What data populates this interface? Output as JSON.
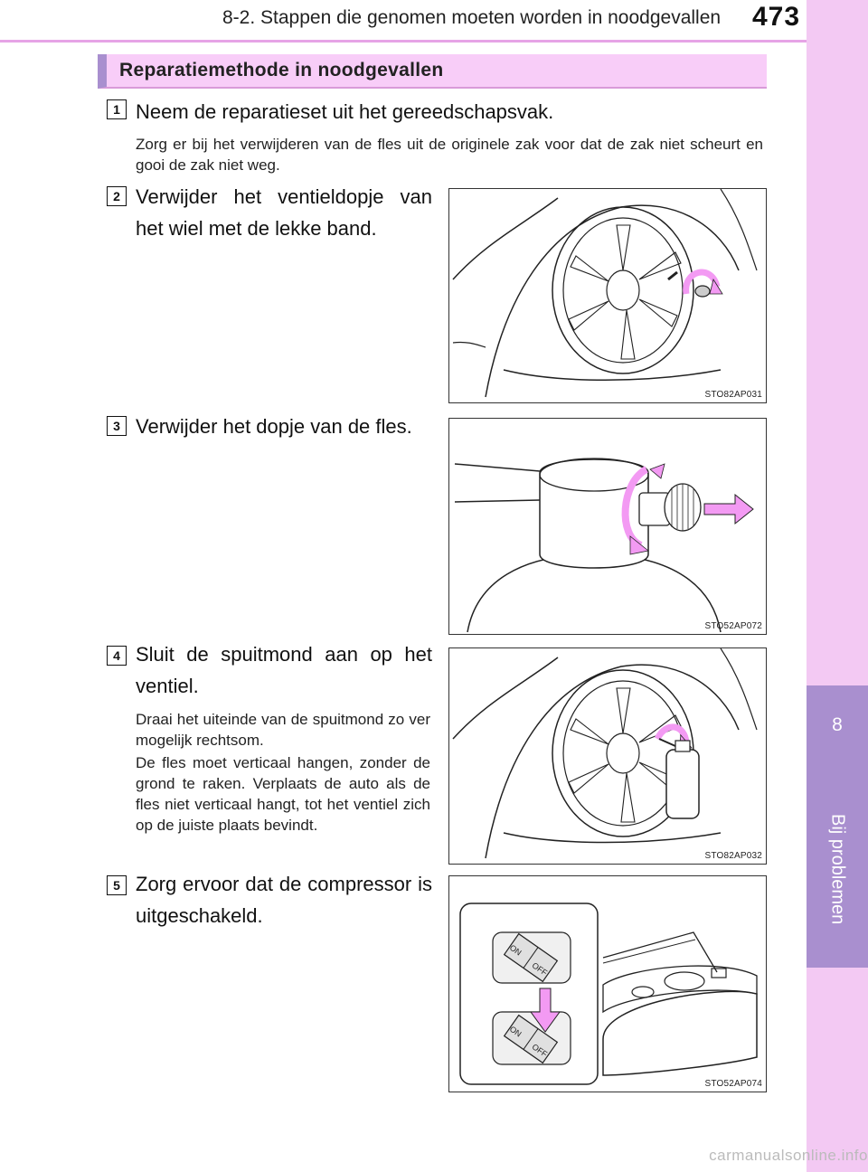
{
  "header": {
    "title": "8-2. Stappen die genomen moeten worden in noodgevallen",
    "page_number": "473"
  },
  "side_tab": {
    "chapter_number": "8",
    "chapter_name": "Bij problemen"
  },
  "section": {
    "title": "Reparatiemethode in noodgevallen"
  },
  "steps": [
    {
      "number": "1",
      "text": "Neem de reparatieset uit het gereedschapsvak.",
      "note_1": "Zorg er bij het verwijderen van de fles uit de originele zak voor dat de zak niet scheurt en gooi de zak niet weg."
    },
    {
      "number": "2",
      "text": "Verwijder het ventieldopje van het wiel met de lekke band.",
      "figure_code": "STO82AP031"
    },
    {
      "number": "3",
      "text": "Verwijder het dopje van de fles.",
      "figure_code": "STO52AP072"
    },
    {
      "number": "4",
      "text": "Sluit de spuitmond aan op het ventiel.",
      "note_1": "Draai het uiteinde van de spuitmond zo ver mogelijk rechtsom.",
      "note_2": "De fles moet verticaal hangen, zonder de grond te raken. Verplaats de auto als de fles niet verticaal hangt, tot het ventiel zich op de juiste plaats bevindt.",
      "figure_code": "STO82AP032"
    },
    {
      "number": "5",
      "text": "Zorg ervoor dat de compressor is uitgeschakeld.",
      "figure_code": "STO52AP074",
      "switch_on": "ON",
      "switch_off": "OFF"
    }
  ],
  "watermark": "carmanualsonline.info",
  "colors": {
    "accent_pink": "#f8cdf8",
    "accent_purple": "#a98fcf",
    "arrow_pink": "#f39af3"
  }
}
